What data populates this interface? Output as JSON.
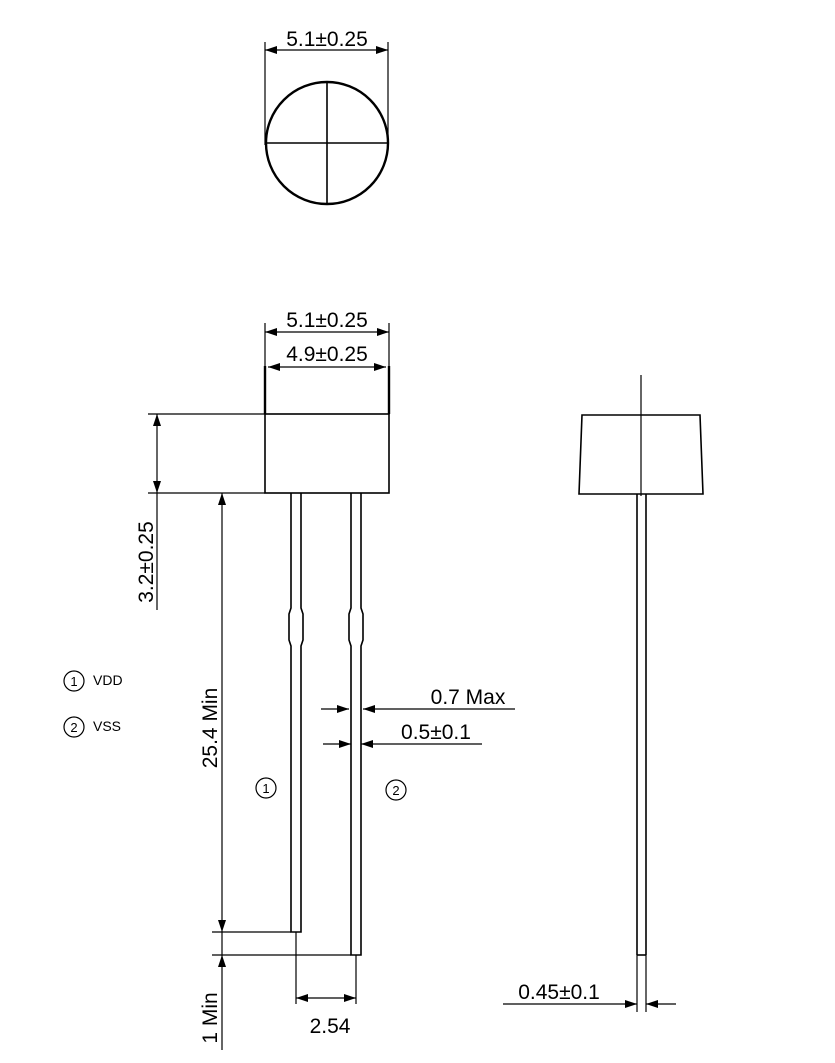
{
  "top_view": {
    "diameter_label": "5.1±0.25"
  },
  "front_view": {
    "outer_width_label": "5.1±0.25",
    "inner_width_label": "4.9±0.25",
    "height_label": "3.2±0.25",
    "lead_length_label": "25.4 Min",
    "lead_offset_label": "1 Min",
    "pitch_label": "2.54",
    "lead_max_label": "0.7 Max",
    "lead_width_label": "0.5±0.1",
    "pin1_marker": "1",
    "pin2_marker": "2"
  },
  "side_view": {
    "lead_thickness_label": "0.45±0.1"
  },
  "legend": {
    "items": [
      {
        "number": "1",
        "label": "VDD"
      },
      {
        "number": "2",
        "label": "VSS"
      }
    ]
  }
}
